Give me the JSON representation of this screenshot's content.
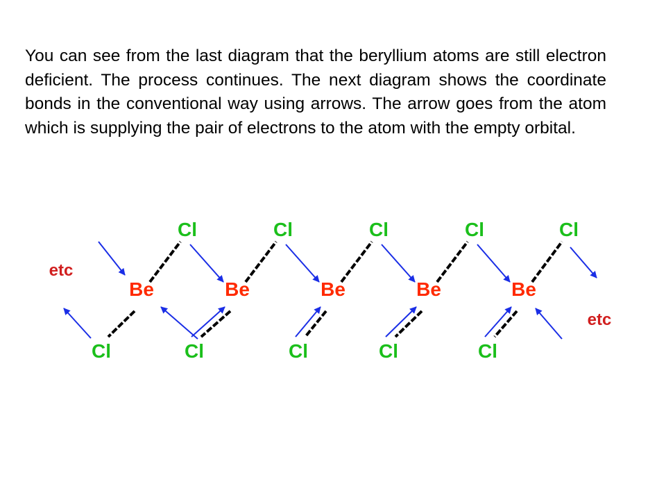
{
  "slide": {
    "paragraph": "You can see from the last diagram that the beryllium atoms are still electron deficient. The process continues. The next diagram shows the coordinate bonds in the conventional way using arrows. The arrow goes from the atom which is supplying the pair of electrons to the atom with the empty orbital."
  },
  "diagram": {
    "colors": {
      "beryllium": "#ff2a00",
      "chlorine": "#1bbf1b",
      "etc": "#d11f1f",
      "bond": "#000000",
      "arrow": "#1a2ee6"
    },
    "etc_left": "etc",
    "etc_right": "etc",
    "beryllium_atoms": [
      "Be",
      "Be",
      "Be",
      "Be",
      "Be"
    ],
    "top_chlorine_atoms": [
      "Cl",
      "Cl",
      "Cl",
      "Cl",
      "Cl"
    ],
    "bottom_chlorine_atoms": [
      "Cl",
      "Cl",
      "Cl",
      "Cl",
      "Cl"
    ]
  }
}
